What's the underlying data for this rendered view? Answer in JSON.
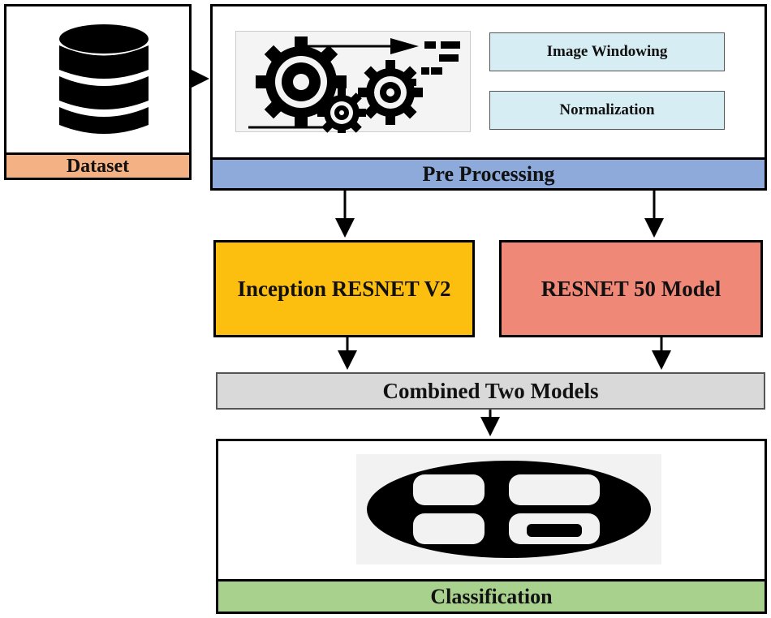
{
  "dataset": {
    "label": "Dataset",
    "icon": "database-icon",
    "label_color": "#f4b183"
  },
  "preprocessing": {
    "label": "Pre Processing",
    "label_color": "#8eaadb",
    "icon": "gears-icon",
    "steps": [
      "Image Windowing",
      "Normalization"
    ],
    "step_color": "#d6eef3"
  },
  "models": [
    {
      "label": "Inception RESNET V2",
      "color": "#fcbf0f"
    },
    {
      "label": "RESNET 50 Model",
      "color": "#f08878"
    }
  ],
  "combined": {
    "label": "Combined Two Models",
    "color": "#d9d9d9"
  },
  "classification": {
    "label": "Classification",
    "icon": "classification-icon",
    "label_color": "#a9d18e"
  }
}
